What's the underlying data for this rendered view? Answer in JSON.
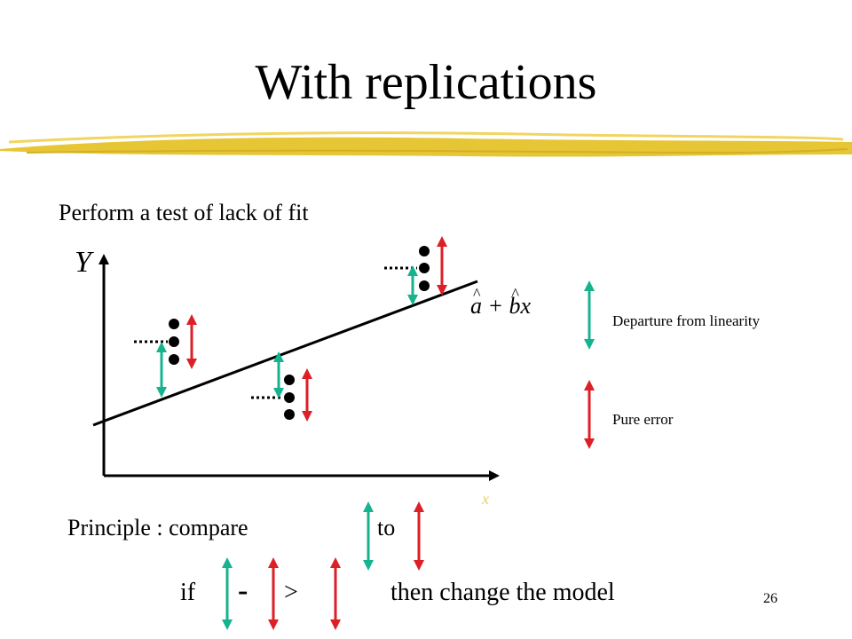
{
  "slide": {
    "title": "With replications",
    "subtitle": "Perform a test of lack of fit",
    "page_number": "26"
  },
  "plot": {
    "y_label": "Y",
    "x_label": "x",
    "fit_label": "â + b̂x",
    "fit_parts": [
      "a",
      " + ",
      "b",
      "x"
    ]
  },
  "legend": {
    "departure_label": "Departure from linearity",
    "pure_error_label": "Pure error"
  },
  "principle": {
    "prefix": "Principle : compare",
    "to_word": "to"
  },
  "rule": {
    "if_word": "if",
    "minus": "-",
    "greater_than": ">",
    "conclusion": "then change the model"
  },
  "colors": {
    "departure_arrow": "#16b38f",
    "pure_error_arrow": "#dd1f26",
    "title_underline": "#e6c635",
    "x_label": "#e8d060"
  }
}
